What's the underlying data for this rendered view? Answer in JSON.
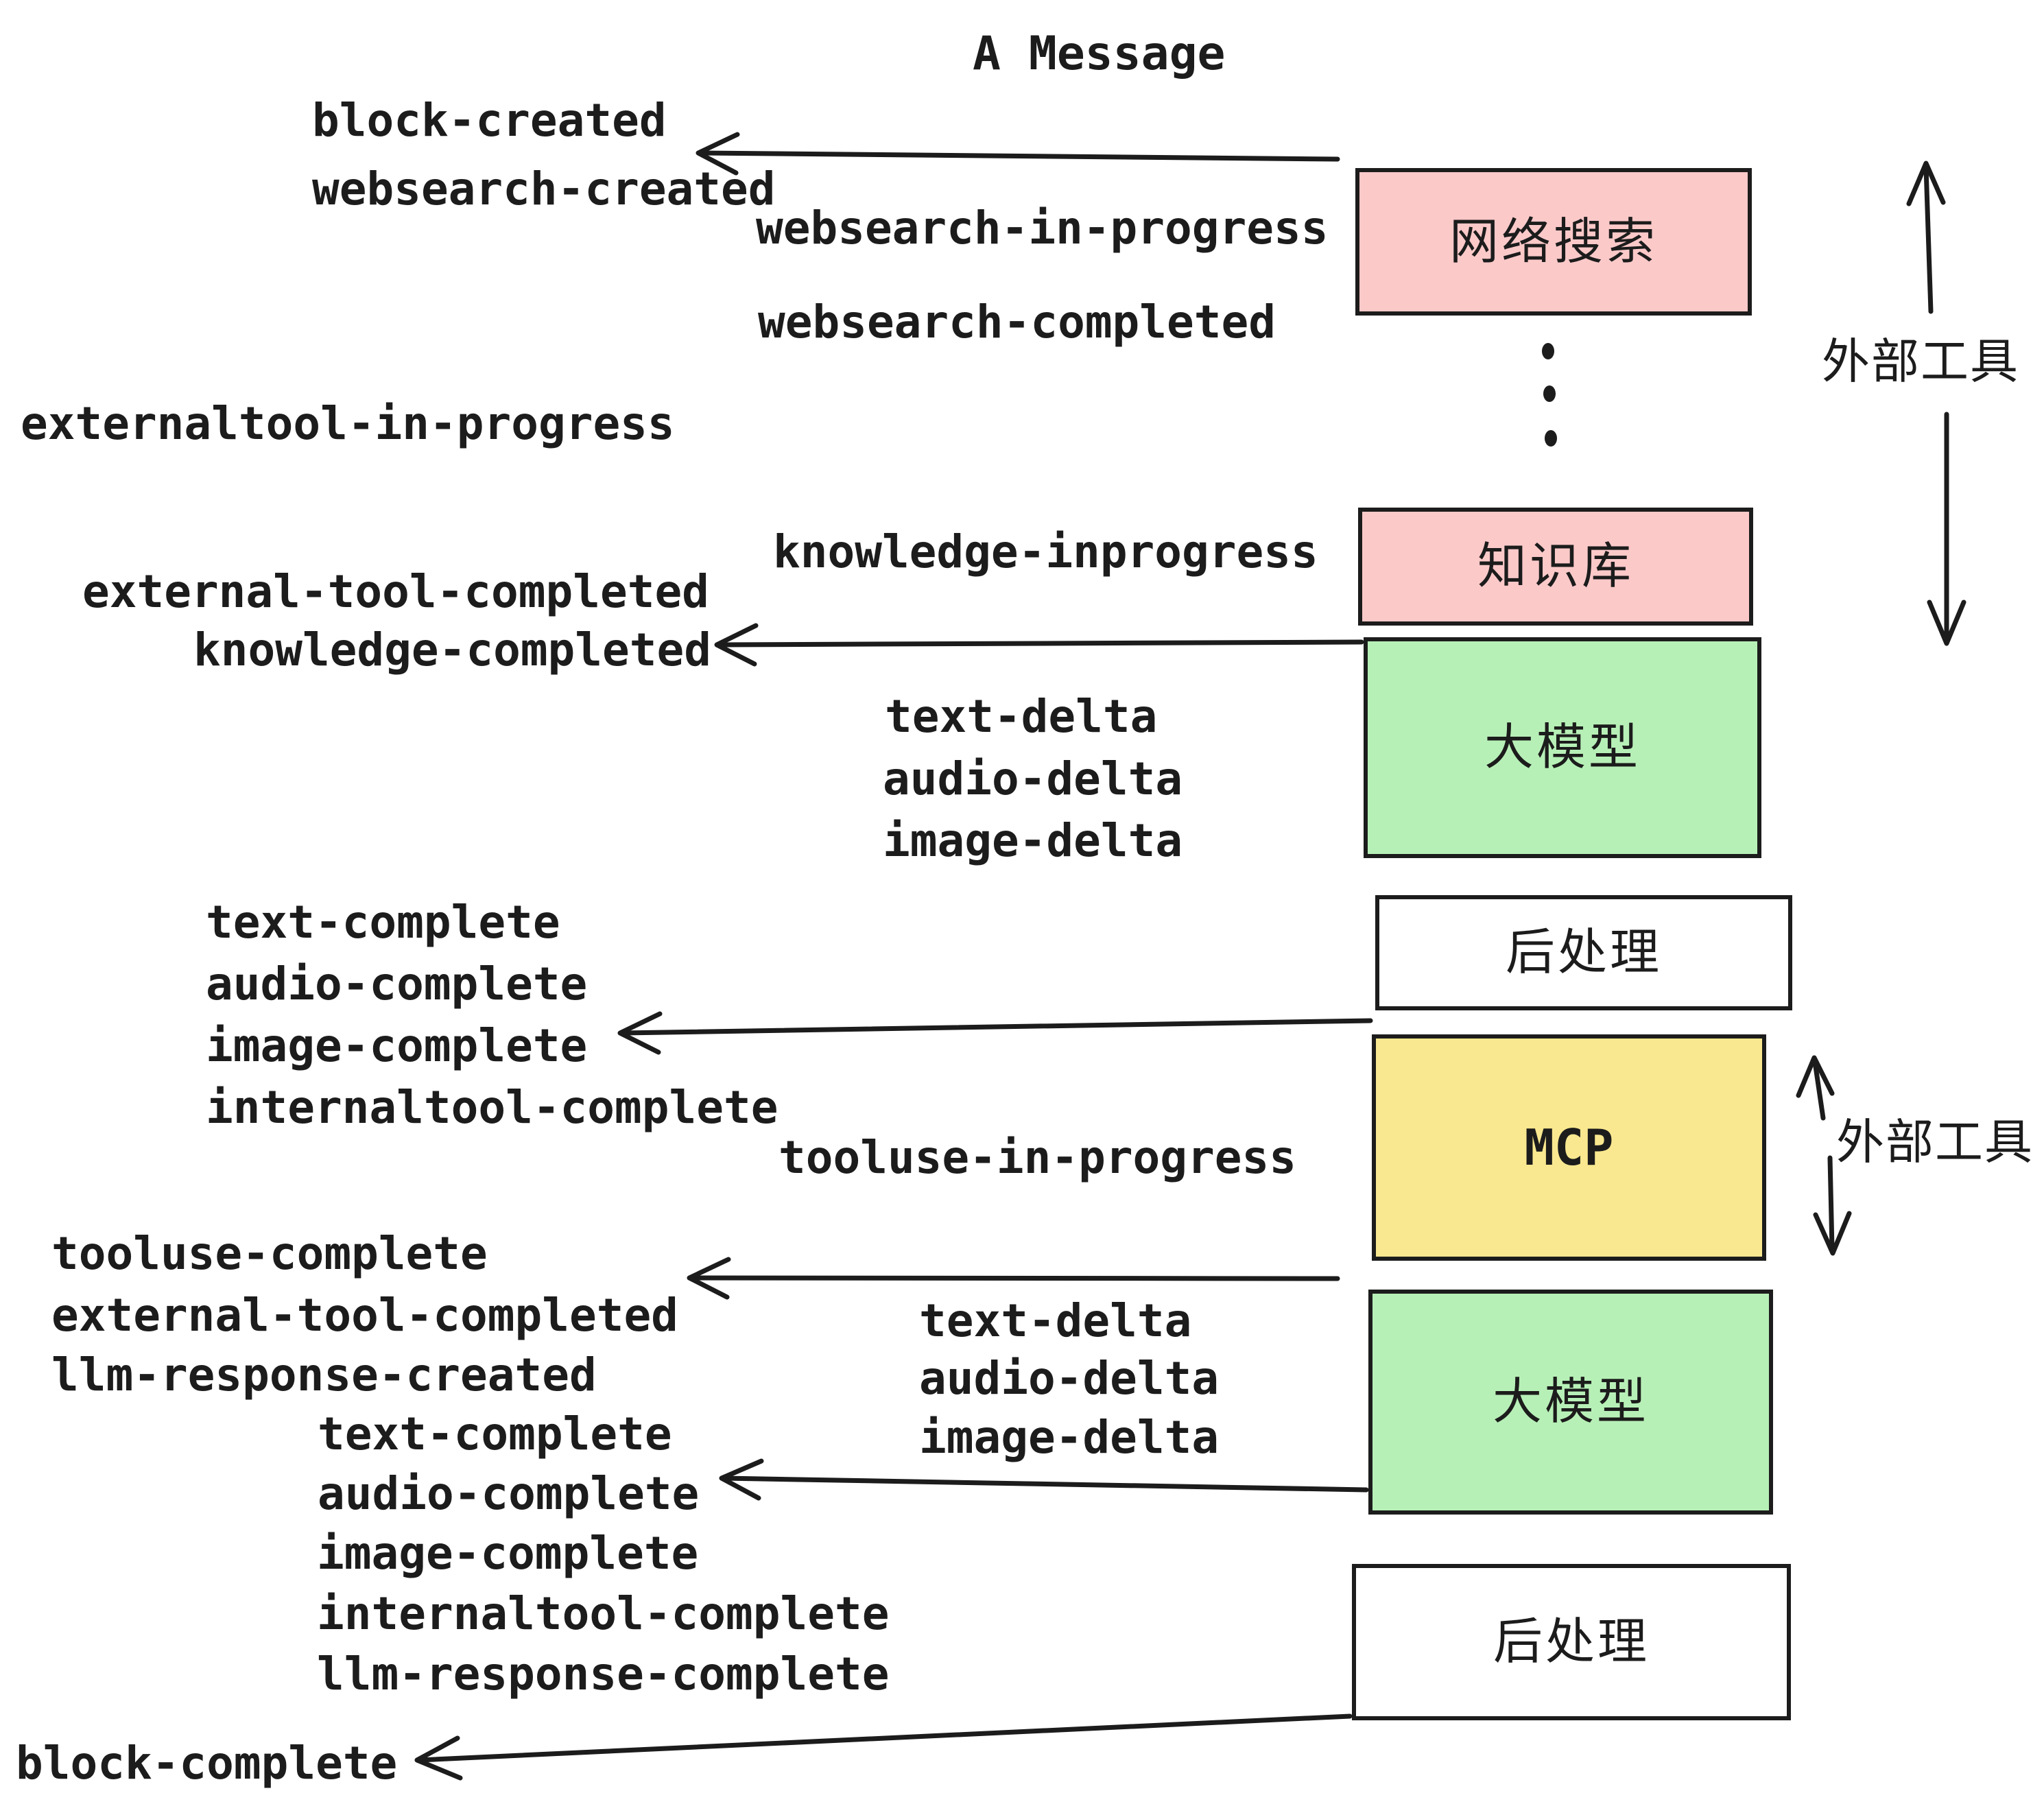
{
  "title": "A Message",
  "colors": {
    "ink": "#1c1c1c",
    "box_pink": "#fcc9c9",
    "box_green": "#b7f0b7",
    "box_yellow": "#f9e88f",
    "box_white": "#ffffff"
  },
  "icons": {
    "ellipsis": "vertical-dots",
    "arrows": "hand-drawn open arrowheads"
  },
  "boxes": [
    {
      "id": "websearch",
      "label": "网络搜索",
      "color": "#fcc9c9"
    },
    {
      "id": "knowledge",
      "label": "知识库",
      "color": "#fcc9c9"
    },
    {
      "id": "llm-1",
      "label": "大模型",
      "color": "#b7f0b7"
    },
    {
      "id": "post-1",
      "label": "后处理",
      "color": "#ffffff"
    },
    {
      "id": "mcp",
      "label": "MCP",
      "color": "#f9e88f"
    },
    {
      "id": "llm-2",
      "label": "大模型",
      "color": "#b7f0b7"
    },
    {
      "id": "post-2",
      "label": "后处理",
      "color": "#ffffff"
    }
  ],
  "side_labels": [
    {
      "label": "外部工具"
    },
    {
      "label": "外部工具"
    }
  ],
  "events": [
    {
      "label": "block-created"
    },
    {
      "label": "websearch-created"
    },
    {
      "label": "websearch-in-progress"
    },
    {
      "label": "websearch-completed"
    },
    {
      "label": "externaltool-in-progress"
    },
    {
      "label": "knowledge-inprogress"
    },
    {
      "label": "external-tool-completed"
    },
    {
      "label": "knowledge-completed"
    },
    {
      "label": "text-delta"
    },
    {
      "label": "audio-delta"
    },
    {
      "label": "image-delta"
    },
    {
      "label": "text-complete"
    },
    {
      "label": "audio-complete"
    },
    {
      "label": "image-complete"
    },
    {
      "label": "internaltool-complete"
    },
    {
      "label": "tooluse-in-progress"
    },
    {
      "label": "tooluse-complete"
    },
    {
      "label": "external-tool-completed"
    },
    {
      "label": "llm-response-created"
    },
    {
      "label": "text-delta"
    },
    {
      "label": "audio-delta"
    },
    {
      "label": "image-delta"
    },
    {
      "label": "text-complete"
    },
    {
      "label": "audio-complete"
    },
    {
      "label": "image-complete"
    },
    {
      "label": "internaltool-complete"
    },
    {
      "label": "llm-response-complete"
    },
    {
      "label": "block-complete"
    }
  ]
}
